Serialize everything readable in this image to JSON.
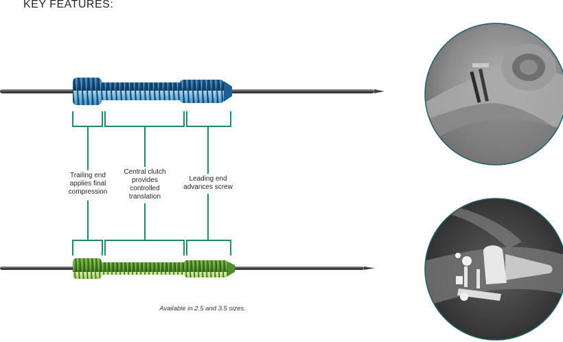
{
  "heading": "KEY FEATURES:",
  "annotations": {
    "trailing_end": "Trailing end applies final compression",
    "central_clutch": "Central clutch provides controlled translation",
    "leading_end": "Leading end advances screw"
  },
  "availability_note": "Available in 2.5 and 3.5 sizes.",
  "colors": {
    "bracket": "#1a8a68",
    "screw_top": "#3e8fc6",
    "screw_bottom": "#74b83a",
    "wire": "#5e5e5e",
    "circle_border": "#1e5e6e"
  }
}
